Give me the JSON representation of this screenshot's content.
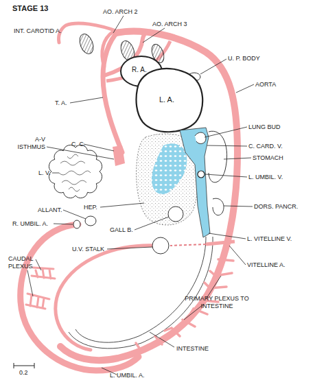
{
  "diagram": {
    "title": "STAGE 13",
    "labels": [
      "AO. ARCH 2",
      "INT. CAROTID A.",
      "AO. ARCH 3",
      "U. P. BODY",
      "AORTA",
      "T. A.",
      "R. A.",
      "L. A.",
      "LUNG BUD",
      "A-V ISTHMUS",
      "C. C.",
      "C. CARD. V.",
      "STOMACH",
      "L. V.",
      "L. UMBIL. V.",
      "HEP.",
      "DORS. PANCR.",
      "ALLANT.",
      "R. UMBIL. A.",
      "GALL B.",
      "L. VITELLINE V.",
      "U.V. STALK",
      "VITELLINE A.",
      "CAUDAL PLEXUS",
      "PRIMARY PLEXUS TO INTESTINE",
      "INTESTINE",
      "L. UMBIL. A.",
      "0.2"
    ]
  }
}
